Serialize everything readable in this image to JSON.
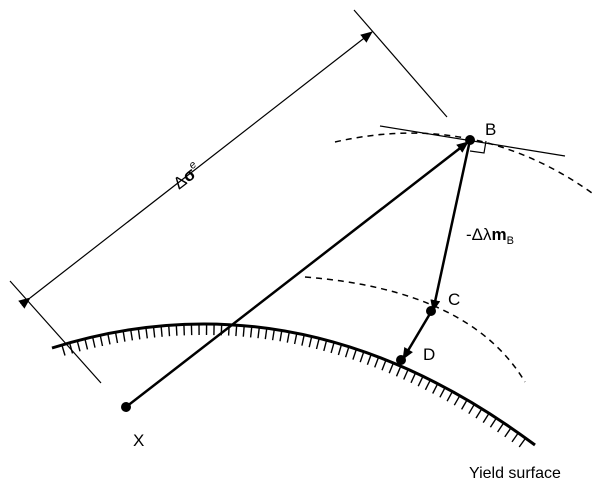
{
  "points": {
    "X": "X",
    "B": "B",
    "C": "C",
    "D": "D"
  },
  "labels": {
    "elastic_increment_delta": "Δ",
    "elastic_increment_sigma": "σ",
    "elastic_increment_sup": "e",
    "plastic_corrector_prefix": "-Δλ",
    "plastic_corrector_m": "m",
    "plastic_corrector_sub": "B",
    "yield_surface": "Yield surface"
  }
}
